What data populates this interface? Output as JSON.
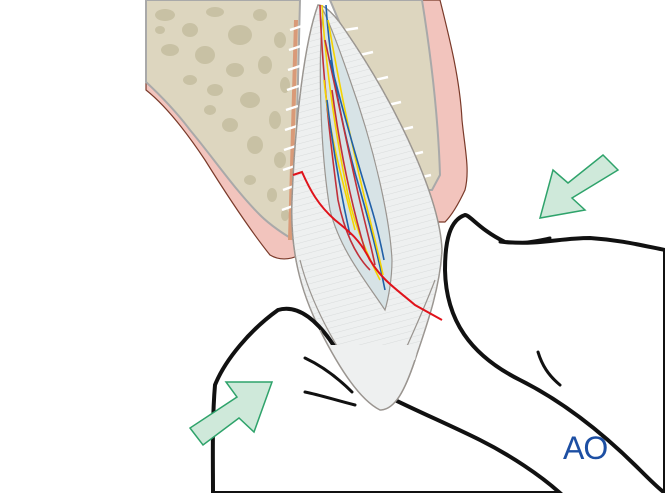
{
  "figure": {
    "subject": "Tooth with crown-root fracture, bidigital mobility test",
    "logo_text": "AO",
    "colors": {
      "bone": "#ddd6bf",
      "bone_pores": "#c8c1a4",
      "gingiva": "#f2c4bd",
      "gingiva_outline": "#7a3a2a",
      "periodontal_ligament": "#d99a78",
      "dentin": "#eef0f0",
      "pulp": "#d7e3e6",
      "enamel_outline": "#9a9590",
      "fracture_line": "#e0131b",
      "nerve_yellow": "#f5d300",
      "vessel_red": "#c0303a",
      "vessel_blue": "#2060a8",
      "finger_outline": "#111111",
      "arrow_fill": "#cfe9da",
      "arrow_stroke": "#2fa36b",
      "logo": "#1d4fa3"
    },
    "arrows": [
      {
        "name": "force-arrow-right",
        "direction": "down-left"
      },
      {
        "name": "force-arrow-left",
        "direction": "up-right"
      }
    ]
  }
}
